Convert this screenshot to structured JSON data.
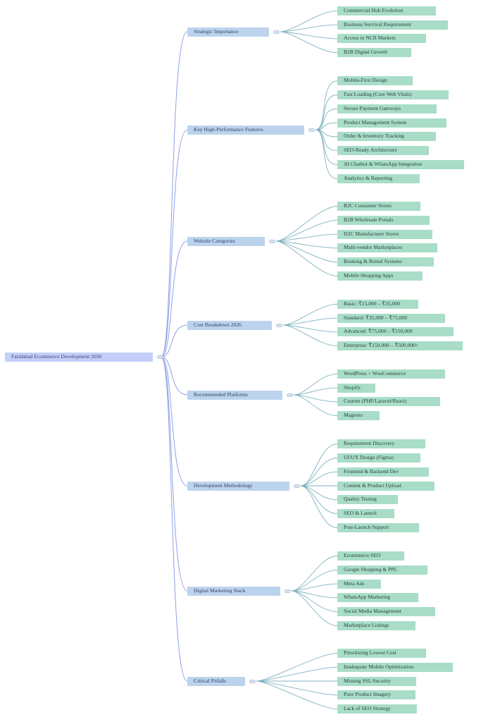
{
  "root": {
    "label": "Faridabad Ecommerce Development 2026"
  },
  "branches": [
    {
      "label": "Strategic Importance",
      "children": [
        "Commercial Hub Evolution",
        "Business Survival Requirement",
        "Access to NCR Markets",
        "B2B Digital Growth"
      ]
    },
    {
      "label": "Key High-Performance Features",
      "children": [
        "Mobile-First Design",
        "Fast Loading (Core Web Vitals)",
        "Secure Payment Gateways",
        "Product Management System",
        "Order & Inventory Tracking",
        "SEO-Ready Architecture",
        "AI Chatbot & WhatsApp Integration",
        "Analytics & Reporting"
      ]
    },
    {
      "label": "Website Categories",
      "children": [
        "B2C Consumer Stores",
        "B2B Wholesale Portals",
        "D2C Manufacturer Stores",
        "Multi-vendor Marketplaces",
        "Booking & Rental Systems",
        "Mobile Shopping Apps"
      ]
    },
    {
      "label": "Cost Breakdown 2026",
      "children": [
        "Basic: ₹15,000 – ₹35,000",
        "Standard: ₹35,000 – ₹75,000",
        "Advanced: ₹75,000 – ₹150,000",
        "Enterprise: ₹150,000 – ₹500,000+"
      ]
    },
    {
      "label": "Recommended Platforms",
      "children": [
        "WordPress + WooCommerce",
        "Shopify",
        "Custom (PHP/Laravel/React)",
        "Magento"
      ]
    },
    {
      "label": "Development Methodology",
      "children": [
        "Requirement Discovery",
        "UI/UX Design (Figma)",
        "Frontend & Backend Dev",
        "Content & Product Upload",
        "Quality Testing",
        "SEO & Launch",
        "Post-Launch Support"
      ]
    },
    {
      "label": "Digital Marketing Stack",
      "children": [
        "Ecommerce SEO",
        "Google Shopping & PPC",
        "Meta Ads",
        "WhatsApp Marketing",
        "Social Media Management",
        "Marketplace Listings"
      ]
    },
    {
      "label": "Critical Pitfalls",
      "children": [
        "Prioritizing Lowest Cost",
        "Inadequate Mobile Optimization",
        "Missing SSL/Security",
        "Poor Product Imagery",
        "Lack of SEO Strategy"
      ]
    }
  ],
  "colors": {
    "root": "#c3cff8",
    "branch": "#bcd3ee",
    "leaf": "#a9ddc8",
    "connector_root": "#8fa0e6",
    "connector_leaf": "#7fb3c0"
  }
}
